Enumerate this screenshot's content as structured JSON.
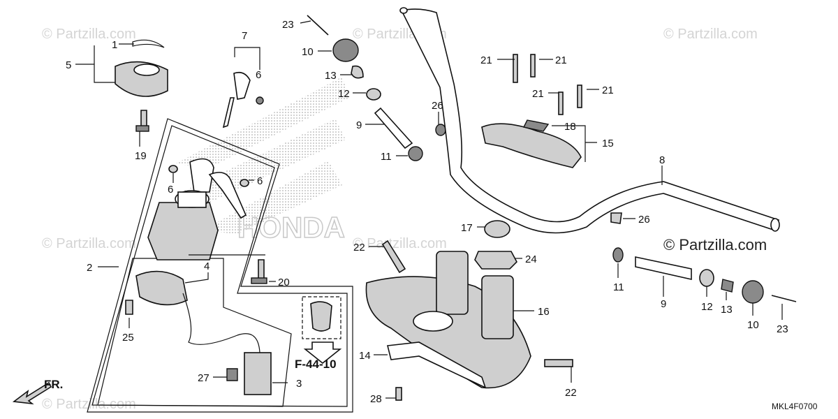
{
  "watermarks": [
    "© Partzilla.com",
    "© Partzilla.com",
    "© Partzilla.com",
    "© Partzilla.com",
    "© Partzilla.com",
    "© Partzilla.com"
  ],
  "main_watermark": "© Partzilla.com",
  "diagram_code": "MKL4F0700",
  "reference_label": "F-44-10",
  "front_label": "FR.",
  "callouts": {
    "c23a": "23",
    "c10a": "10",
    "c13a": "13",
    "c12a": "12",
    "c9a": "9",
    "c11a": "11",
    "c1": "1",
    "c5": "5",
    "c7": "7",
    "c6a": "6",
    "c19": "19",
    "c6b": "6",
    "c6c": "6",
    "c2": "2",
    "c4": "4",
    "c20": "20",
    "c25": "25",
    "c27": "27",
    "c3": "3",
    "c26a": "26",
    "c21a": "21",
    "c21b": "21",
    "c21c": "21",
    "c21d": "21",
    "c18": "18",
    "c15": "15",
    "c8": "8",
    "c26b": "26",
    "c17": "17",
    "c22a": "22",
    "c24": "24",
    "c16": "16",
    "c14": "14",
    "c28": "28",
    "c22b": "22",
    "c11b": "11",
    "c9b": "9",
    "c12b": "12",
    "c13b": "13",
    "c10b": "10",
    "c23b": "23"
  },
  "colors": {
    "line": "#111111",
    "watermark": "#d4d4d4",
    "shading": "#9a9a9a"
  }
}
